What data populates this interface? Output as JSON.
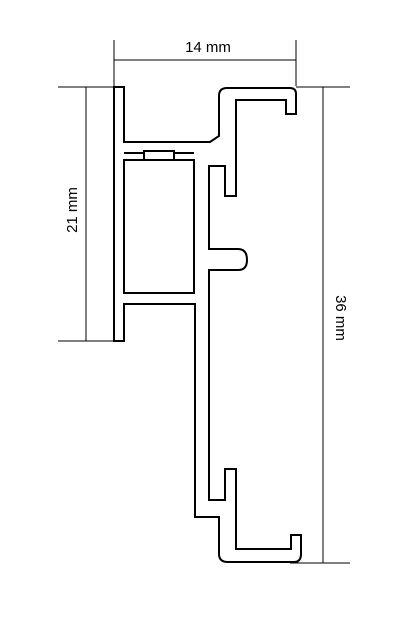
{
  "dimensions": {
    "width_label": "14 mm",
    "left_height_label": "21 mm",
    "right_height_label": "36 mm"
  },
  "colors": {
    "stroke": "#000000",
    "background": "#ffffff"
  }
}
